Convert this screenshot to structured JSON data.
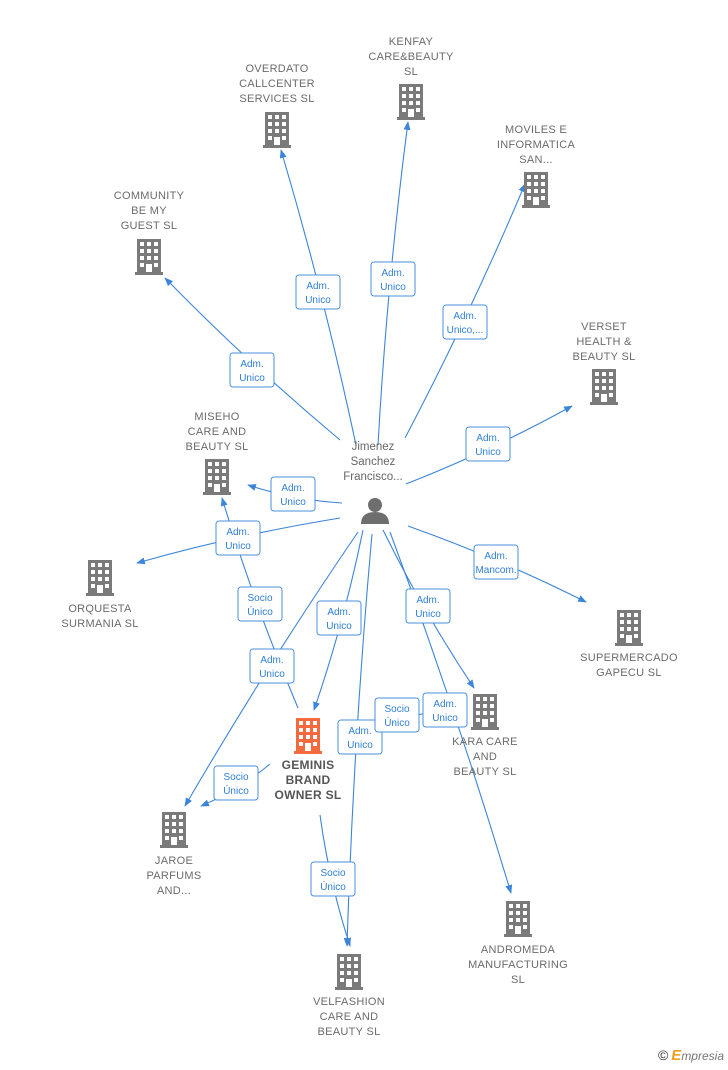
{
  "person": {
    "lines": [
      "Jimenez",
      "Sanchez",
      "Francisco..."
    ],
    "icon": "person-icon"
  },
  "companies": [
    {
      "id": "overdato",
      "lines": [
        "OVERDATO",
        "CALLCENTER",
        "SERVICES  SL"
      ],
      "focus": false
    },
    {
      "id": "kenfay",
      "lines": [
        "KENFAY",
        "CARE&BEAUTY",
        "SL"
      ],
      "focus": false
    },
    {
      "id": "moviles",
      "lines": [
        "MOVILES E",
        "INFORMATICA",
        "SAN..."
      ],
      "focus": false
    },
    {
      "id": "community",
      "lines": [
        "COMMUNITY",
        "BE MY",
        "GUEST SL"
      ],
      "focus": false
    },
    {
      "id": "verset",
      "lines": [
        "VERSET",
        "HEALTH &",
        "BEAUTY  SL"
      ],
      "focus": false
    },
    {
      "id": "miseho",
      "lines": [
        "MISEHO",
        "CARE AND",
        "BEAUTY  SL"
      ],
      "focus": false
    },
    {
      "id": "orquesta",
      "lines": [
        "ORQUESTA",
        "SURMANIA SL"
      ],
      "focus": false
    },
    {
      "id": "supermercado",
      "lines": [
        "SUPERMERCADO",
        "GAPECU  SL"
      ],
      "focus": false
    },
    {
      "id": "kara",
      "lines": [
        "KARA CARE",
        "AND",
        "BEAUTY  SL"
      ],
      "focus": false
    },
    {
      "id": "geminis",
      "lines": [
        "GEMINIS",
        "BRAND",
        "OWNER  SL"
      ],
      "focus": true
    },
    {
      "id": "jaroe",
      "lines": [
        "JAROE",
        "PARFUMS",
        "AND..."
      ],
      "focus": false
    },
    {
      "id": "andromeda",
      "lines": [
        "ANDROMEDA",
        "MANUFACTURING",
        "SL"
      ],
      "focus": false
    },
    {
      "id": "velfashion",
      "lines": [
        "VELFASHION",
        "CARE AND",
        "BEAUTY  SL"
      ],
      "focus": false
    }
  ],
  "edges": [
    {
      "from": "person",
      "to": "overdato",
      "label": [
        "Adm.",
        "Unico"
      ]
    },
    {
      "from": "person",
      "to": "kenfay",
      "label": [
        "Adm.",
        "Unico"
      ]
    },
    {
      "from": "person",
      "to": "moviles",
      "label": [
        "Adm.",
        "Unico,..."
      ]
    },
    {
      "from": "person",
      "to": "community",
      "label": [
        "Adm.",
        "Unico"
      ]
    },
    {
      "from": "person",
      "to": "verset",
      "label": [
        "Adm.",
        "Unico"
      ]
    },
    {
      "from": "person",
      "to": "miseho",
      "label": [
        "Adm.",
        "Unico"
      ]
    },
    {
      "from": "person",
      "to": "orquesta",
      "label": [
        "Adm.",
        "Unico"
      ]
    },
    {
      "from": "person",
      "to": "supermercado",
      "label": [
        "Adm.",
        "Mancom."
      ]
    },
    {
      "from": "person",
      "to": "kara",
      "label": [
        "Adm.",
        "Unico"
      ]
    },
    {
      "from": "person",
      "to": "geminis",
      "label": [
        "Adm.",
        "Unico"
      ]
    },
    {
      "from": "person",
      "to": "jaroe",
      "label": [
        "Adm.",
        "Unico"
      ]
    },
    {
      "from": "person",
      "to": "andromeda",
      "label": [
        "Adm.",
        "Unico"
      ]
    },
    {
      "from": "person",
      "to": "velfashion",
      "label": [
        "Adm.",
        "Unico"
      ]
    },
    {
      "from": "geminis",
      "to": "miseho",
      "label": [
        "Socio",
        "Único"
      ]
    },
    {
      "from": "geminis",
      "to": "kara",
      "label": [
        "Socio",
        "Único"
      ]
    },
    {
      "from": "geminis",
      "to": "jaroe",
      "label": [
        "Socio",
        "Único"
      ]
    },
    {
      "from": "geminis",
      "to": "velfashion",
      "label": [
        "Socio",
        "Único"
      ]
    }
  ],
  "colors": {
    "edge": "#3d85d8",
    "building": "#7a7a7a",
    "focus_building": "#f26a3d",
    "person": "#6e6e6e"
  },
  "footer": {
    "copyright": "©",
    "brand_initial": "E",
    "brand_rest": "mpresia"
  }
}
